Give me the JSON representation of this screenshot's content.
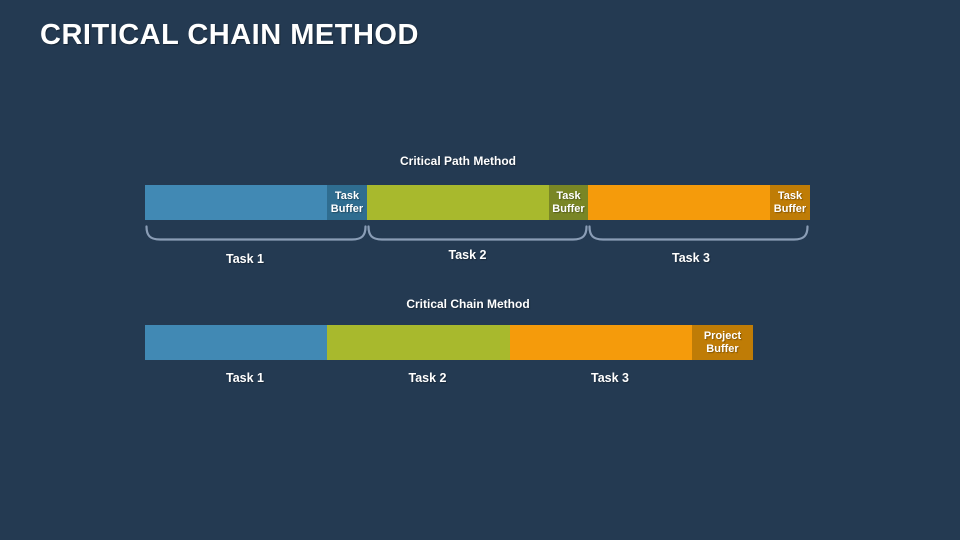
{
  "slide": {
    "title": "CRITICAL CHAIN METHOD"
  },
  "colors": {
    "background": "#243A52",
    "task1": "#4189B4",
    "task1_buffer": "#2F6D90",
    "task2": "#A8B92D",
    "task2_buffer": "#798625",
    "task3": "#F59B0B",
    "task3_buffer": "#BF7C06",
    "project_buffer": "#BF7C06",
    "brace": "#8A9DB6",
    "text": "#FFFFFF"
  },
  "critical_path_method": {
    "heading": "Critical Path Method",
    "tasks": [
      {
        "label": "Task 1",
        "buffer": {
          "line1": "Task",
          "line2": "Buffer"
        }
      },
      {
        "label": "Task 2",
        "buffer": {
          "line1": "Task",
          "line2": "Buffer"
        }
      },
      {
        "label": "Task 3",
        "buffer": {
          "line1": "Task",
          "line2": "Buffer"
        }
      }
    ]
  },
  "critical_chain_method": {
    "heading": "Critical Chain Method",
    "tasks": [
      {
        "label": "Task 1"
      },
      {
        "label": "Task 2"
      },
      {
        "label": "Task 3"
      }
    ],
    "project_buffer": {
      "line1": "Project",
      "line2": "Buffer"
    }
  }
}
